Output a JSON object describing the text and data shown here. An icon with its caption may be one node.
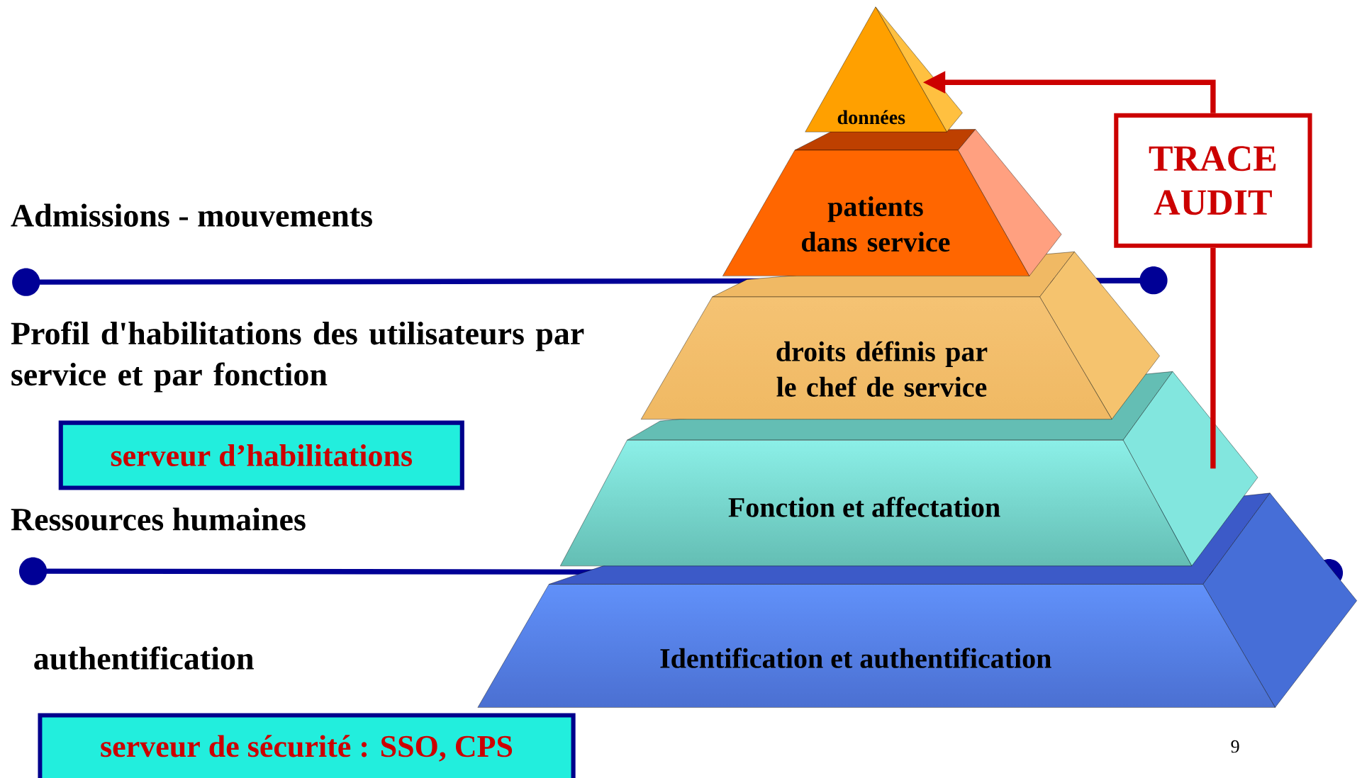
{
  "diagram": {
    "nodes": [
      {
        "text": [
          "données"
        ]
      },
      {
        "text": [
          "patients dans service"
        ]
      },
      {
        "text": [
          "droits définis par le chef de service"
        ]
      },
      {
        "text": [
          "Fonction et affectation"
        ]
      },
      {
        "text": [
          "Identification et authentification"
        ]
      },
      {
        "text": [
          "TRACE AUDIT"
        ]
      },
      {
        "text": [
          "serveur d’habilitations"
        ]
      },
      {
        "text": [
          "serveur de sécurité : SSO, CPS"
        ]
      }
    ],
    "edges": [
      {
        "from": 3,
        "to": 5,
        "arrow": "none"
      },
      {
        "from": 5,
        "to": 0,
        "arrow": "to"
      }
    ],
    "labels": [
      "Admissions - mouvements",
      "Profil d'habilitations des utilisateurs par service et par fonction",
      "Ressources humaines",
      "authentification",
      "9"
    ]
  }
}
